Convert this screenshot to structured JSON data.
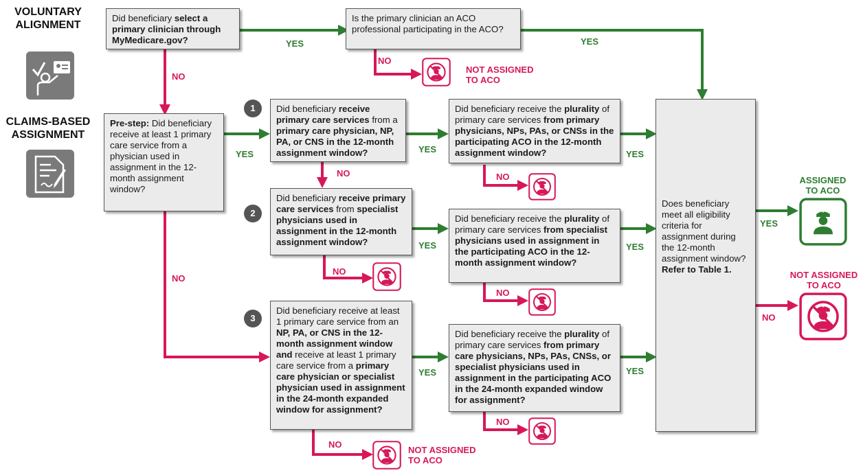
{
  "headings": {
    "voluntary": "VOLUNTARY\nALIGNMENT",
    "claims": "CLAIMS-BASED\nASSIGNMENT"
  },
  "boxes": {
    "mymedicare": [
      {
        "t": "Did beneficiary "
      },
      {
        "b": "select a primary clinician through MyMedicare.gov?"
      }
    ],
    "aco_professional": [
      {
        "t": "Is the primary clinician an ACO professional participating in the ACO?"
      }
    ],
    "prestep": [
      {
        "b": "Pre-step:"
      },
      {
        "t": " Did beneficiary receive at least 1 primary care service from a physician used in assignment in the 12-month assignment window?"
      }
    ],
    "step1": [
      {
        "t": "Did beneficiary "
      },
      {
        "b": "receive primary care services"
      },
      {
        "t": " from a "
      },
      {
        "b": "primary care physician, NP, PA, or CNS in the 12-month assignment window?"
      }
    ],
    "plurality1": [
      {
        "t": "Did beneficiary receive the "
      },
      {
        "b": "plurality"
      },
      {
        "t": " of primary care services "
      },
      {
        "b": "from primary physicians, NPs, PAs, or CNSs in the participating ACO in the 12-month assignment window?"
      }
    ],
    "step2": [
      {
        "t": "Did beneficiary "
      },
      {
        "b": "receive primary care services"
      },
      {
        "t": " from "
      },
      {
        "b": "specialist physicians used in assignment in the 12-month assignment window?"
      }
    ],
    "plurality2": [
      {
        "t": "Did beneficiary receive the "
      },
      {
        "b": "plurality"
      },
      {
        "t": " of primary care services "
      },
      {
        "b": "from specialist physicians used in assignment in the participating ACO in the 12-month assignment window?"
      }
    ],
    "step3": [
      {
        "t": "Did beneficiary receive at least 1 primary care service from an "
      },
      {
        "b": "NP, PA, or CNS in the 12-month assignment window and"
      },
      {
        "t": " receive at least 1 primary care service from a "
      },
      {
        "b": "primary care physician or specialist physician used in assignment in the 24-month expanded window for assignment?"
      }
    ],
    "plurality3": [
      {
        "t": "Did beneficiary receive the "
      },
      {
        "b": "plurality"
      },
      {
        "t": " of primary care services "
      },
      {
        "b": "from primary care physicians, NPs, PAs, CNSs, or specialist physicians used in assignment in the participating ACO in the 24-month expanded window for assignment?"
      }
    ],
    "final": [
      {
        "t": "Does beneficiary meet all eligibility criteria for assignment during the 12-month assignment window? "
      },
      {
        "b": "Refer to Table 1."
      }
    ]
  },
  "steps": [
    "1",
    "2",
    "3"
  ],
  "labels": {
    "yes": "YES",
    "no": "NO"
  },
  "outcomes": {
    "not_assigned": "NOT ASSIGNED\nTO ACO",
    "assigned": "ASSIGNED\nTO ACO"
  },
  "colors": {
    "yes": "#2e7d32",
    "no": "#d6185a",
    "box": "#ebebeb",
    "icon_bg": "#7a7a7a"
  }
}
